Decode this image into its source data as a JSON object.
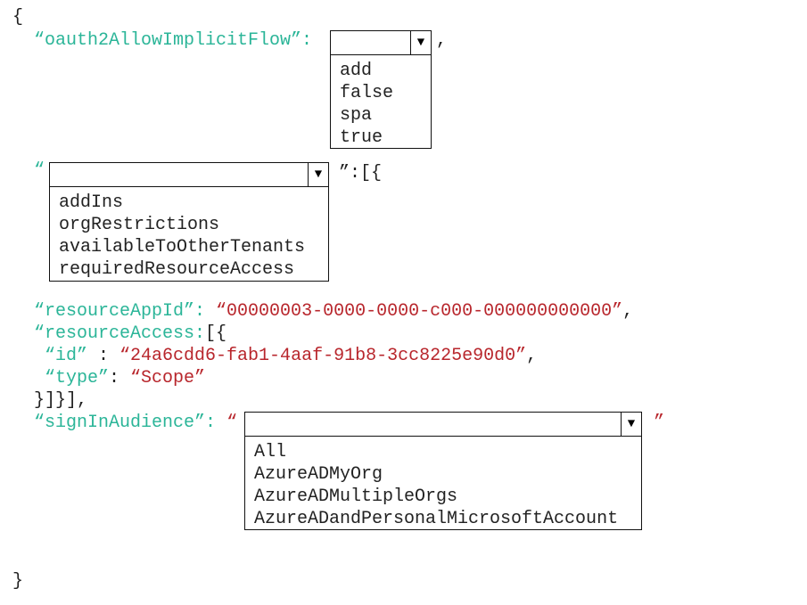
{
  "code": {
    "open_brace": "{",
    "close_brace": "}",
    "oauth_key": "“oauth2AllowImplicitFlow”:",
    "oauth_after": ",",
    "prop_quote_open": "“",
    "prop_after": "”:[{",
    "resourceAppId_key": "“resourceAppId”:",
    "resourceAppId_value": "“00000003-0000-0000-c000-000000000000”",
    "comma": ",",
    "resourceAccess_key": "“resourceAccess:",
    "resourceAccess_after": "[{",
    "id_key": "“id”",
    "id_sep": " : ",
    "id_value": "“24a6cdd6-fab1-4aaf-91b8-3cc8225e90d0”",
    "type_key": "“type”",
    "type_sep": ": ",
    "type_value": "“Scope”",
    "close_arrays": "}]}],",
    "signIn_key": "“signInAudience”:",
    "signIn_quote_open": "“",
    "signIn_quote_close": "”"
  },
  "dropdowns": {
    "implicit_flow": {
      "selected": "",
      "options": [
        "add",
        "false",
        "spa",
        "true"
      ]
    },
    "property": {
      "selected": "",
      "options": [
        "addIns",
        "orgRestrictions",
        "availableToOtherTenants",
        "requiredResourceAccess"
      ]
    },
    "sign_in_audience": {
      "selected": "",
      "options": [
        "All",
        "AzureADMyOrg",
        "AzureADMultipleOrgs",
        "AzureADandPersonalMicrosoftAccount"
      ]
    }
  },
  "icons": {
    "dropdown_arrow": "▼"
  }
}
